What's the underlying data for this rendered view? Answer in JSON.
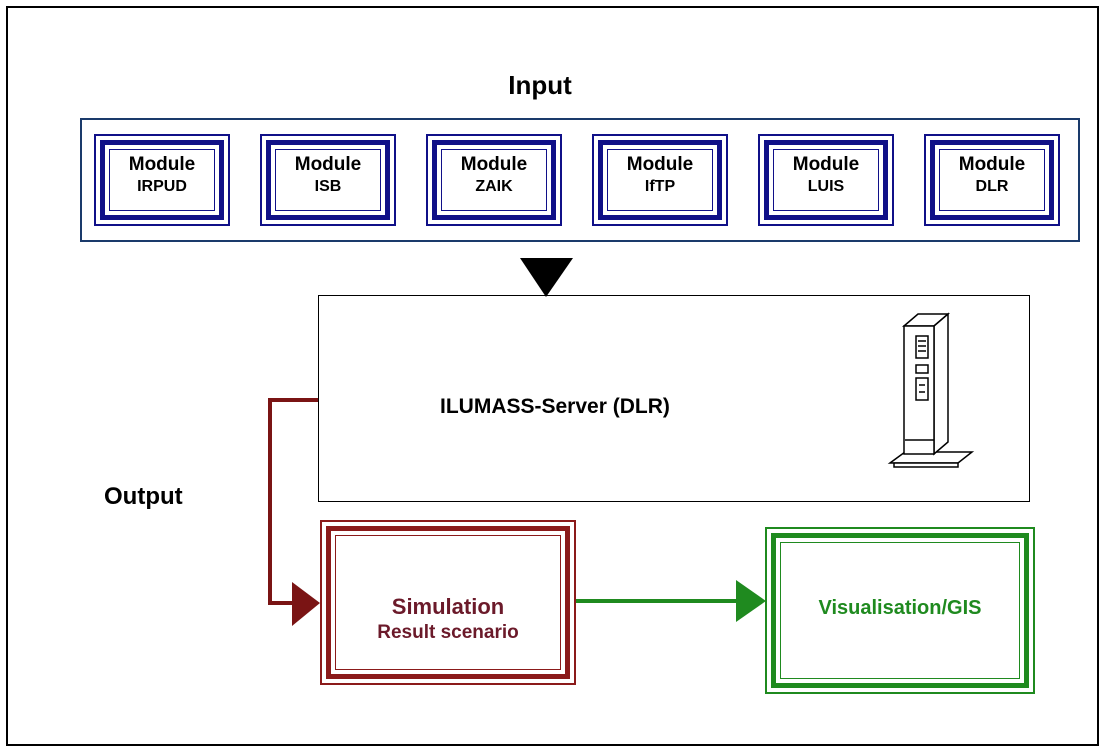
{
  "input": {
    "title": "Input",
    "modules": [
      {
        "line1": "Module",
        "line2": "IRPUD"
      },
      {
        "line1": "Module",
        "line2": "ISB"
      },
      {
        "line1": "Module",
        "line2": "ZAIK"
      },
      {
        "line1": "Module",
        "line2": "IfTP"
      },
      {
        "line1": "Module",
        "line2": "LUIS"
      },
      {
        "line1": "Module",
        "line2": "DLR"
      }
    ]
  },
  "server": {
    "label": "ILUMASS-Server (DLR)",
    "icon": "server-tower-icon"
  },
  "output": {
    "title": "Output"
  },
  "simulation": {
    "line1": "Simulation",
    "line2": "Result scenario"
  },
  "visualisation": {
    "label": "Visualisation/GIS"
  },
  "colors": {
    "module": "#101088",
    "simulation": "#8b1a1a",
    "visualisation": "#1f8a1f",
    "input_border": "#1a3a6b"
  }
}
